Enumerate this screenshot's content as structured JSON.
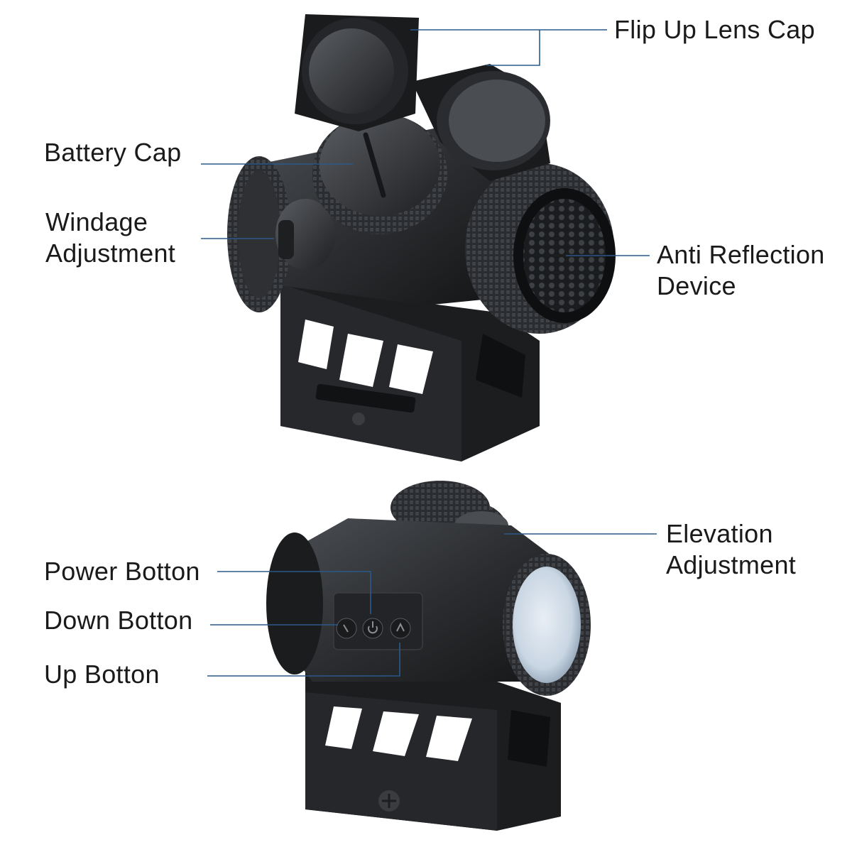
{
  "labels": {
    "flip_up_lens_cap": "Flip Up Lens Cap",
    "battery_cap": "Battery Cap",
    "windage_adjustment": [
      "Windage",
      "Adjustment"
    ],
    "anti_reflection_device": [
      "Anti Reflection",
      "Device"
    ],
    "elevation_adjustment": [
      "Elevation",
      "Adjustment"
    ],
    "power_button": "Power Botton",
    "down_button": "Down Botton",
    "up_button": "Up Botton"
  },
  "colors": {
    "background": "#ffffff",
    "callout_line": "#2a5a8a",
    "text": "#1a1a1a",
    "sight_body": "#2b2d30",
    "sight_dark": "#17181a",
    "lens_tint": "#c9d6e3"
  }
}
